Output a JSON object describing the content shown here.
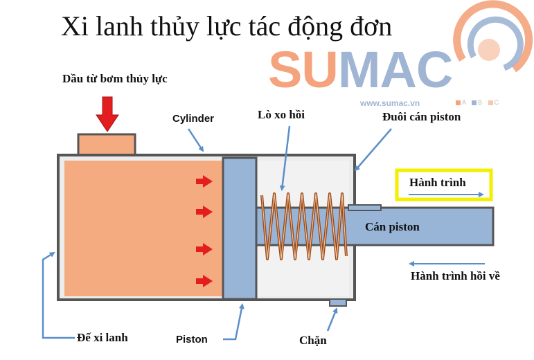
{
  "title": "Xi lanh thủy lực tác động đơn",
  "logo": {
    "brand_left": "SU",
    "brand_right": "MAC",
    "url": "www.sumac.vn",
    "abc": [
      "A",
      "B",
      "C"
    ],
    "colors": {
      "orange": "#f4a37c",
      "blue": "#9fb5d3"
    }
  },
  "labels": {
    "oil_from_pump": "Dầu từ bơm thủy lực",
    "cylinder": "Cylinder",
    "return_spring": "Lò xo hồi",
    "rod_end": "Đuôi cán piston",
    "stroke": "Hành trình",
    "piston_rod": "Cán piston",
    "return_stroke": "Hành trình hồi về",
    "cylinder_base": "Đế xi lanh",
    "piston": "Piston",
    "stop": "Chặn"
  },
  "colors": {
    "oil": "#f4ab80",
    "steel": "#98b5d8",
    "outline": "#555555",
    "spring": "#9a4a1a",
    "arrow_blue": "#5b8fc9",
    "arrow_red": "#e41e1e",
    "highlight": "#f2ef00"
  }
}
